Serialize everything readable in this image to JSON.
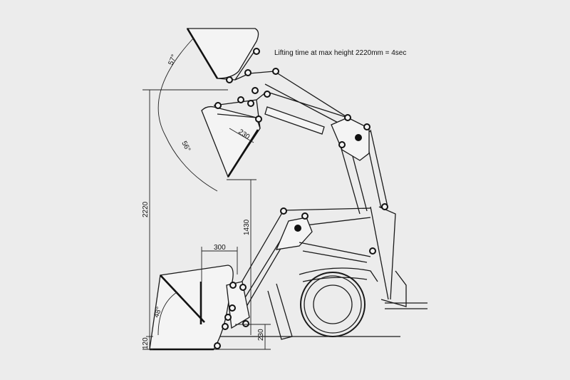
{
  "note": "Lifting time at max height 2220mm = 4sec",
  "angles": {
    "top_tilt": "57°",
    "mid_tilt": "56°",
    "bottom_tilt": "48°"
  },
  "dimensions": {
    "max_height": "2220",
    "dump_height": "1430",
    "reach": "300",
    "bucket_depth": "230",
    "lift_clearance": "230",
    "dig_depth": "120"
  }
}
